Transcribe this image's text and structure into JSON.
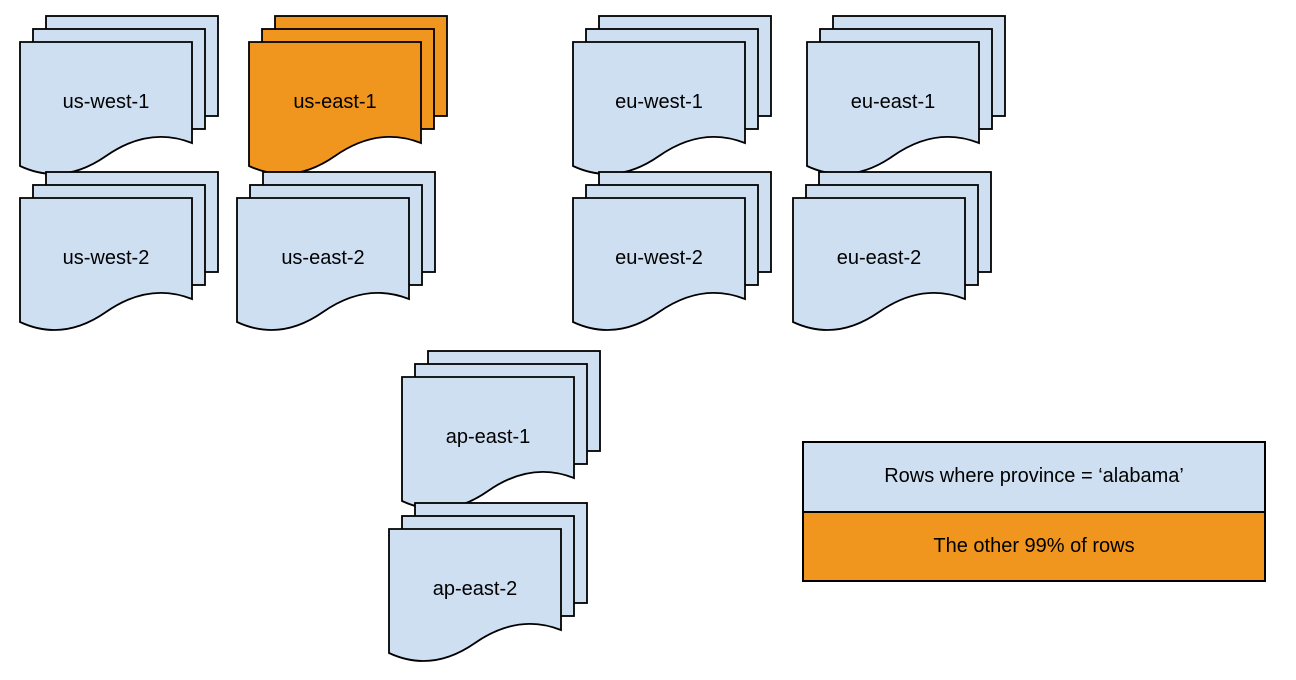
{
  "colors": {
    "canvas_bg": "#ffffff",
    "doc_blue": "#cfdff2",
    "doc_orange": "#f0951e",
    "stroke": "#000000"
  },
  "regions": [
    {
      "id": "us-west-1",
      "label": "us-west-1",
      "fill": "blue"
    },
    {
      "id": "us-east-1",
      "label": "us-east-1",
      "fill": "orange"
    },
    {
      "id": "eu-west-1",
      "label": "eu-west-1",
      "fill": "blue"
    },
    {
      "id": "eu-east-1",
      "label": "eu-east-1",
      "fill": "blue"
    },
    {
      "id": "us-west-2",
      "label": "us-west-2",
      "fill": "blue"
    },
    {
      "id": "us-east-2",
      "label": "us-east-2",
      "fill": "blue"
    },
    {
      "id": "eu-west-2",
      "label": "eu-west-2",
      "fill": "blue"
    },
    {
      "id": "eu-east-2",
      "label": "eu-east-2",
      "fill": "blue"
    },
    {
      "id": "ap-east-1",
      "label": "ap-east-1",
      "fill": "blue"
    },
    {
      "id": "ap-east-2",
      "label": "ap-east-2",
      "fill": "blue"
    }
  ],
  "legend": {
    "rows": [
      {
        "label": "Rows where province = ‘alabama’",
        "fill": "blue"
      },
      {
        "label": "The other 99% of rows",
        "fill": "orange"
      }
    ]
  }
}
